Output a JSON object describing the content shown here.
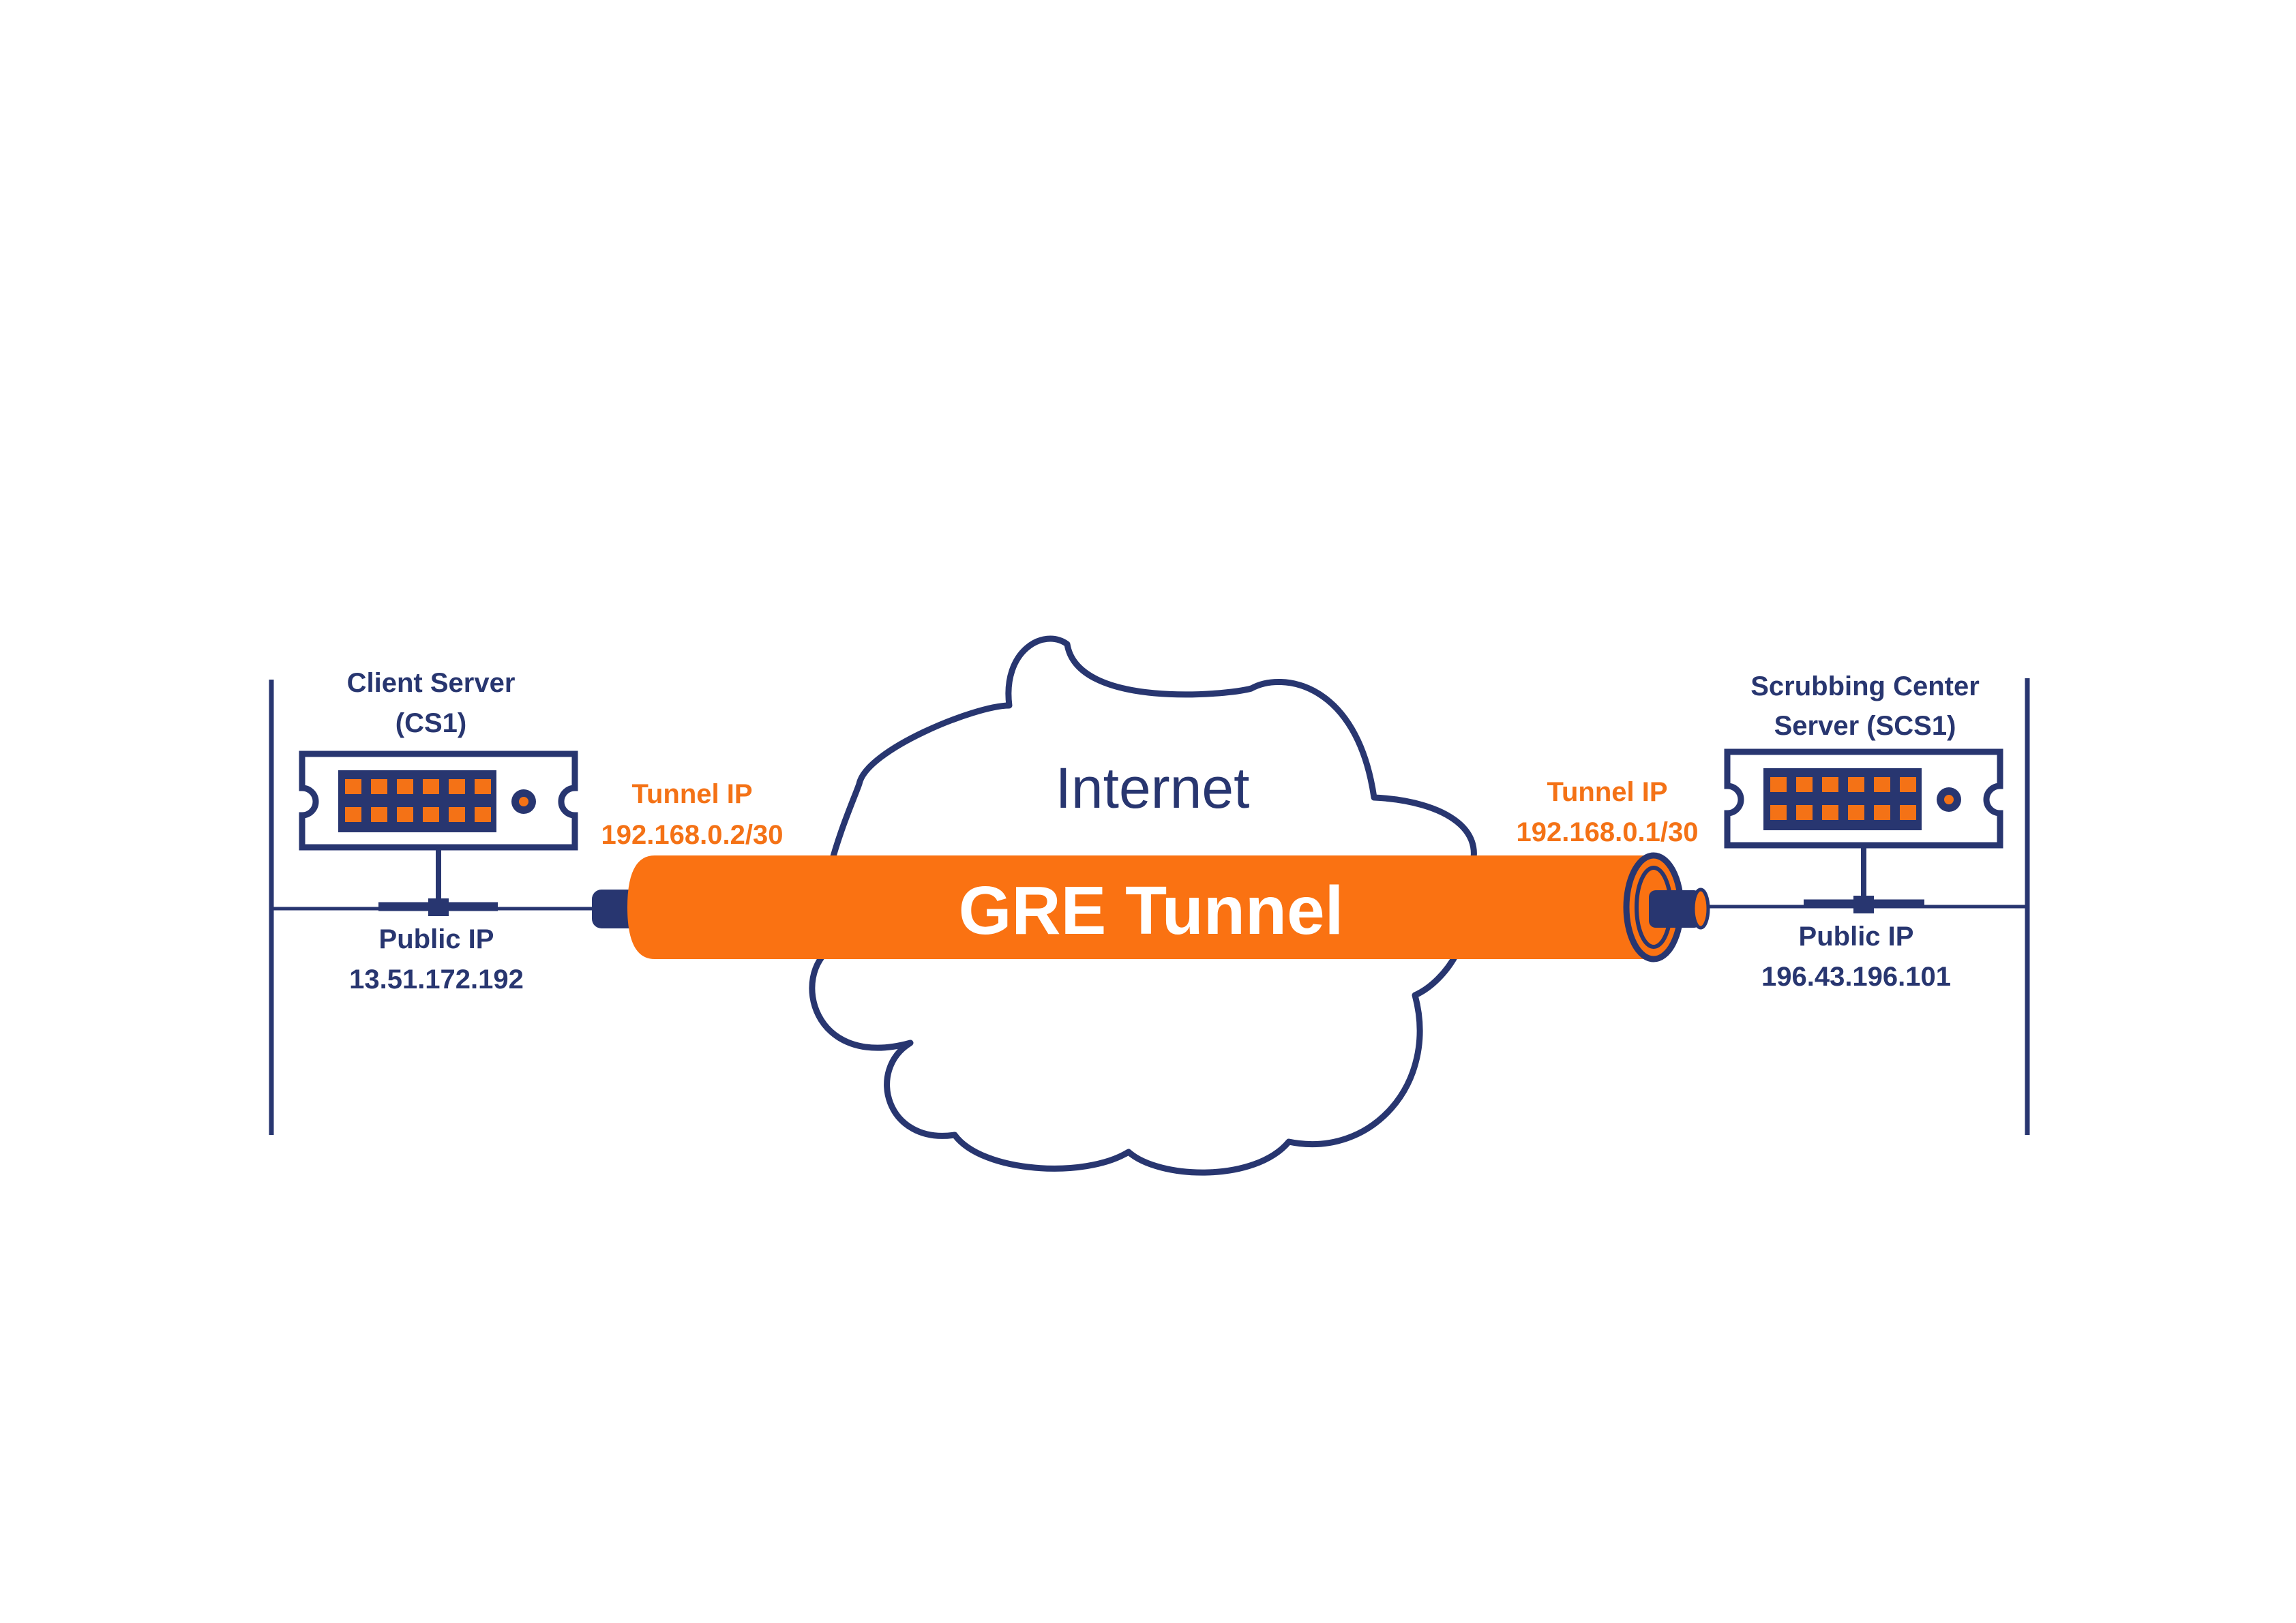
{
  "colors": {
    "navy": "#283670",
    "orange": "#f47216",
    "background": "#ffffff"
  },
  "cloud": {
    "label": "Internet"
  },
  "tunnel": {
    "label": "GRE Tunnel"
  },
  "client": {
    "name_line1": "Client Server",
    "name_line2": "(CS1)",
    "tunnel_ip_label": "Tunnel IP",
    "tunnel_ip": "192.168.0.2/30",
    "public_ip_label": "Public IP",
    "public_ip": "13.51.172.192",
    "icon": "server-icon"
  },
  "scrubbing": {
    "name_line1": "Scrubbing Center",
    "name_line2": "Server (SCS1)",
    "tunnel_ip_label": "Tunnel IP",
    "tunnel_ip": "192.168.0.1/30",
    "public_ip_label": "Public IP",
    "public_ip": "196.43.196.101",
    "icon": "server-icon"
  }
}
